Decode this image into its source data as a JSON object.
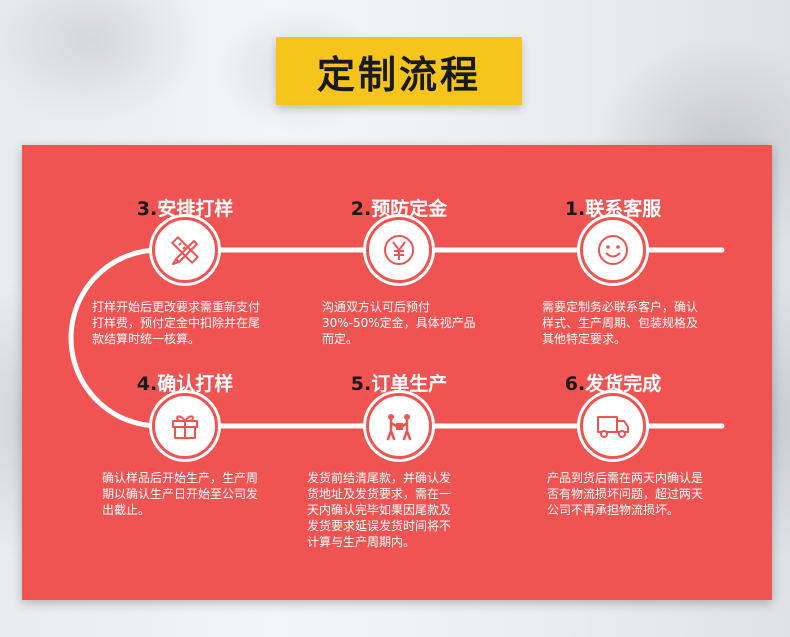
{
  "title": "定制流程",
  "steps": [
    {
      "num": "1.",
      "name": "联系客服",
      "icon": "smiley-icon",
      "desc": "需要定制务必联系客户，确认样式、生产周期、包装规格及其他特定要求。"
    },
    {
      "num": "2.",
      "name": "预防定金",
      "icon": "yen-coin-icon",
      "desc": "沟通双方认可后预付30%-50%定金，具体视产品而定。"
    },
    {
      "num": "3.",
      "name": "安排打样",
      "icon": "ruler-pencil-icon",
      "desc": "打样开始后更改要求需重新支付打样费，预付定金中扣除并在尾款结算时统一核算。"
    },
    {
      "num": "4.",
      "name": "确认打样",
      "icon": "gift-box-icon",
      "desc": "确认样品后开始生产，生产周期以确认生产日开始至公司发出截止。"
    },
    {
      "num": "5.",
      "name": "订单生产",
      "icon": "worker-box-icon",
      "desc": "发货前结清尾款，并确认发货地址及发货要求，需在一天内确认完毕如果因尾款及发货要求延误发货时间将不计算与生产周期内。"
    },
    {
      "num": "6.",
      "name": "发货完成",
      "icon": "truck-icon",
      "desc": "产品到货后需在两天内确认是否有物流损坏问题，超过两天公司不再承担物流损坏。"
    }
  ],
  "colors": {
    "panel": "#ef5452",
    "title_bg": "#f6c51c",
    "title_text": "#1a1a1a",
    "line": "#ffffff",
    "icon": "#ef5452"
  }
}
